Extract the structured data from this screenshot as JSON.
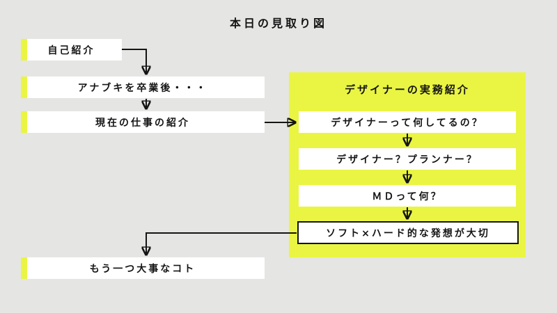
{
  "title": "本日の見取り図",
  "left_flow": {
    "items": [
      {
        "label": "自己紹介"
      },
      {
        "label": "アナブキを卒業後・・・"
      },
      {
        "label": "現在の仕事の紹介"
      },
      {
        "label": "もう一つ大事なコト"
      }
    ]
  },
  "right_panel": {
    "title": "デザイナーの実務紹介",
    "items": [
      {
        "label": "デザイナーって何してるの？"
      },
      {
        "label": "デザイナー？プランナー？"
      },
      {
        "label": "ＭＤって何？"
      },
      {
        "label": "ソフト×ハード的な発想が大切"
      }
    ]
  },
  "colors": {
    "background": "#e5e5e3",
    "accent": "#e9f542",
    "box": "#ffffff",
    "text": "#141414"
  }
}
